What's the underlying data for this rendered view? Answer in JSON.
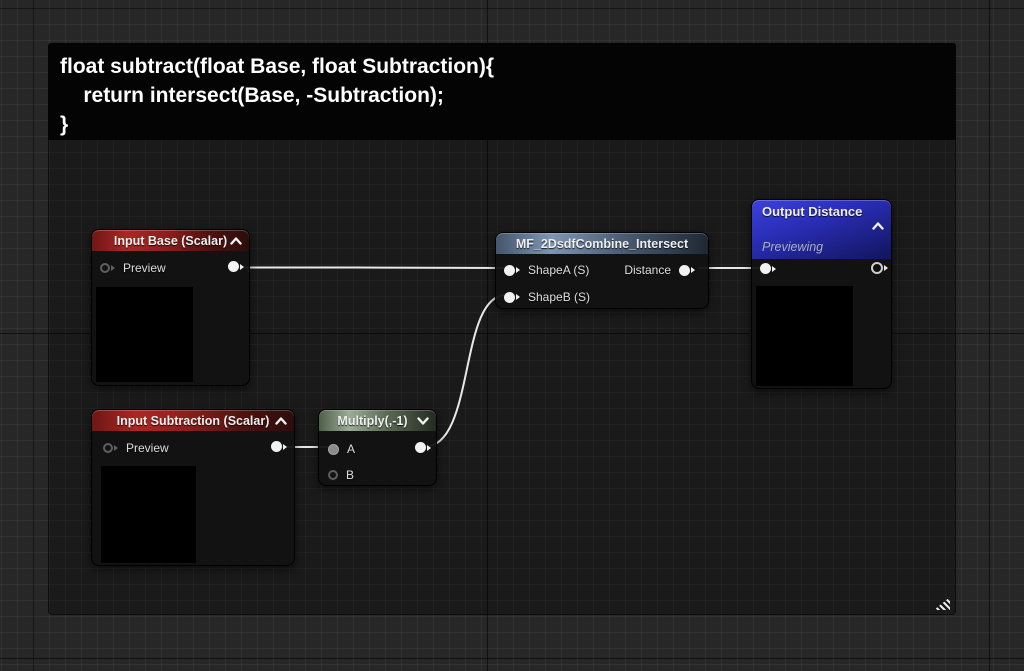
{
  "comment": {
    "code": {
      "line1": "float subtract(float Base, float Subtraction){",
      "line2": "    return intersect(Base, -Subtraction);",
      "line3": "}"
    }
  },
  "nodes": {
    "input_base": {
      "title": "Input Base (Scalar)",
      "preview_pin_label": "Preview"
    },
    "input_subtraction": {
      "title": "Input Subtraction (Scalar)",
      "preview_pin_label": "Preview"
    },
    "multiply": {
      "title": "Multiply(,-1)",
      "pin_a_label": "A",
      "pin_b_label": "B"
    },
    "mf_combine_intersect": {
      "title": "MF_2DsdfCombine_Intersect",
      "pin_shape_a_label": "ShapeA (S)",
      "pin_shape_b_label": "ShapeB (S)",
      "pin_distance_label": "Distance"
    },
    "output_distance": {
      "title": "Output Distance",
      "status": "Previewing"
    }
  },
  "colors": {
    "wire": "#e8e8e8",
    "input_node_header": "#ab2724",
    "multiply_node_header": "#9cad96",
    "function_node_header": "#7e95b3",
    "output_node_header": "#3d41da",
    "comment_background": "#040404",
    "canvas_background": "#272727"
  }
}
